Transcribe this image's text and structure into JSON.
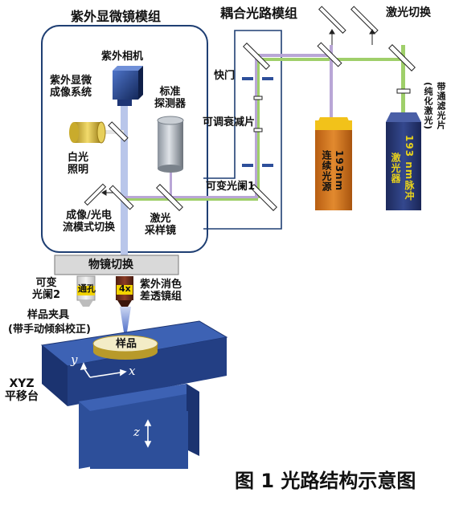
{
  "modules": {
    "uv_microscope": "紫外显微镜模组",
    "coupling": "耦合光路模组",
    "laser_switch": "激光切换"
  },
  "labels": {
    "uv_camera": "紫外相机",
    "uv_imaging": "紫外显微\n成像系统",
    "standard_detector": "标准\n探测器",
    "white_light": "白光\n照明",
    "shutter": "快门",
    "attenuator": "可调衰减片",
    "aperture1": "可变光阑1",
    "mode_switch": "成像/光电\n流模式切换",
    "sampling_mirror": "激光\n采样镜",
    "objective_switch": "物镜切换",
    "aperture2": "可变\n光阑2",
    "through_hole": "通孔",
    "objective_mag": "4x",
    "achromat": "紫外消色\n差透镜组",
    "sample_holder": "样品夹具",
    "holder_note": "(带手动倾斜校正)",
    "sample": "样品",
    "stage": "XYZ\n平移台",
    "axis_x": "x",
    "axis_y": "y",
    "axis_z": "z",
    "bandpass_filter": "带通滤光片\n(纯化激光)",
    "cw_laser": "193nm\n连续光源",
    "pulse_laser": "193 nm脉冲\n激光器"
  },
  "caption": "图 1 光路结构示意图",
  "colors": {
    "frame": "#1f3f73",
    "beam_uv": "#b9c6ea",
    "beam_purple": "#b9a6d6",
    "beam_green": "#9fcf6a",
    "stage_blue": "#2d4f9a",
    "cw_laser_body": "#d0741e",
    "cw_laser_top": "#f2c21a",
    "pulse_laser_body": "#283a78",
    "pulse_laser_text": "#e8d21b"
  }
}
